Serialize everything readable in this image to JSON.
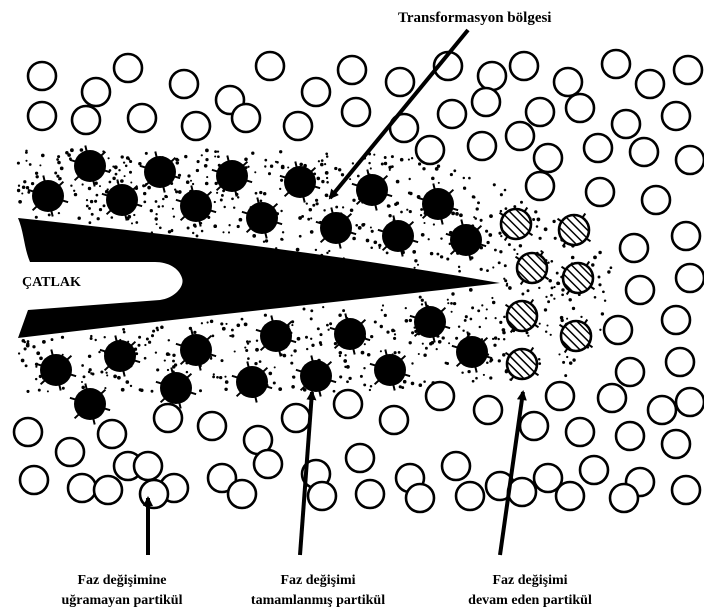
{
  "diagram": {
    "zone_label": "Transformasyon bölgesi",
    "crack_label": "ÇATLAK",
    "particle_labels": [
      {
        "line1": "Faz değişimine",
        "line2": "uğramayan partikül"
      },
      {
        "line1": "Faz değişimi",
        "line2": "tamamlanmış partikül"
      },
      {
        "line1": "Faz değişimi",
        "line2": "devam eden partikül"
      }
    ],
    "colors": {
      "ink": "#000000",
      "background": "#ffffff",
      "untransformed_fill": "#ffffff",
      "transformed_fill": "#000000"
    }
  }
}
